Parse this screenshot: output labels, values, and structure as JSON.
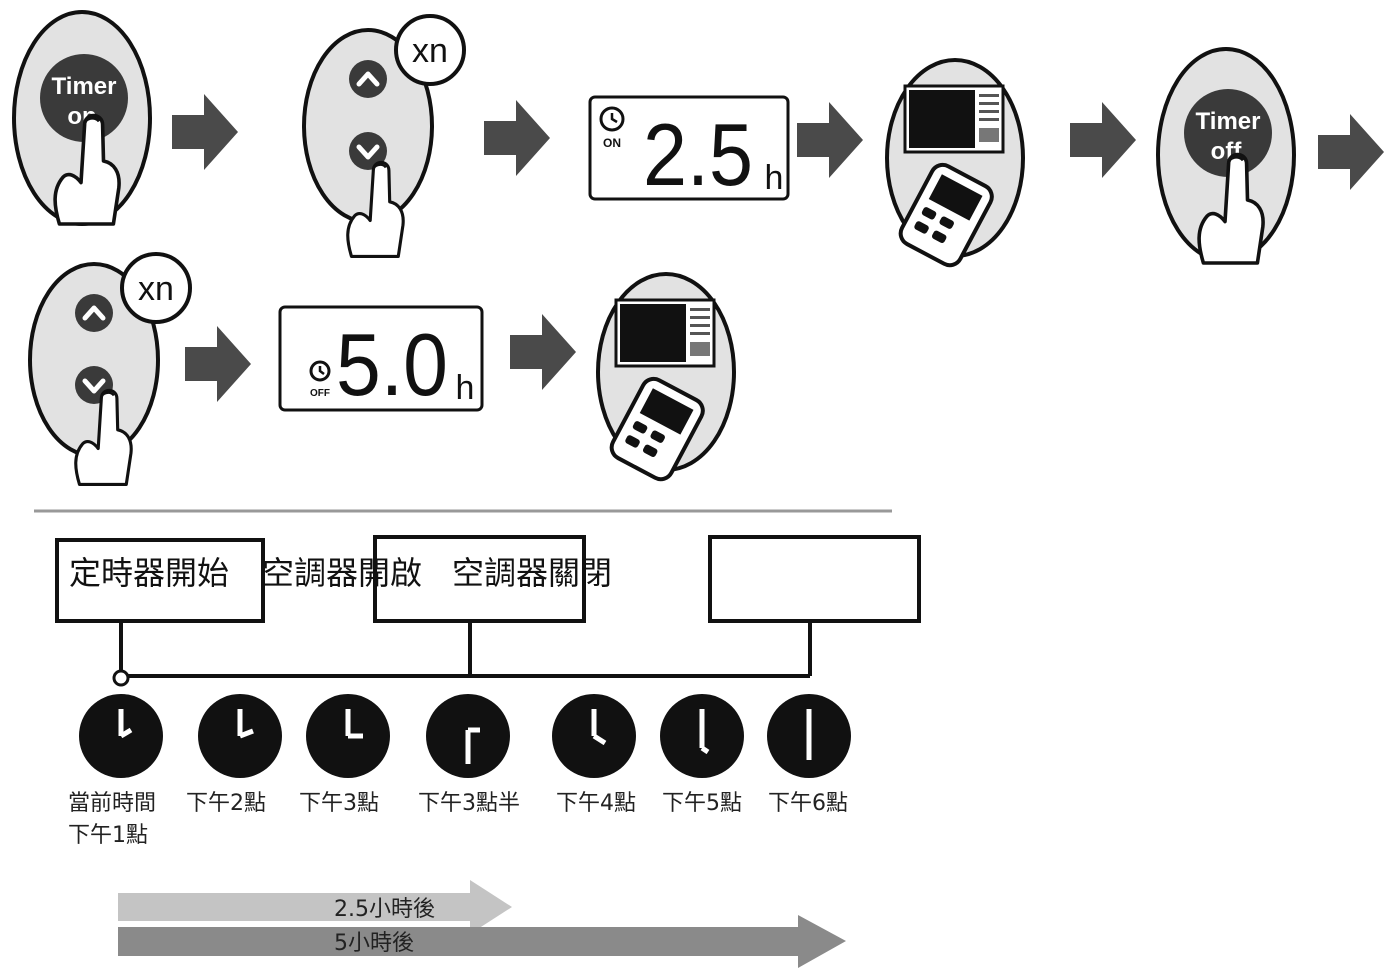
{
  "steps": {
    "timer_on_label_1": "Timer",
    "timer_on_label_2": "on",
    "timer_off_label_1": "Timer",
    "timer_off_label_2": "off",
    "repeat_label": "xn",
    "on_display": {
      "indicator": "ON",
      "value": "2.5",
      "unit": "h"
    },
    "off_display": {
      "indicator": "OFF",
      "value": "5.0",
      "unit": "h"
    }
  },
  "timeline": {
    "labels": {
      "timer_start": "定時器開始",
      "ac_on": "空調器開啟",
      "ac_off": "空調器關閉"
    },
    "clocks": [
      {
        "line1": "當前時間",
        "line2": "下午1點"
      },
      {
        "line1": "下午2點"
      },
      {
        "line1": "下午3點"
      },
      {
        "line1": "下午3點半"
      },
      {
        "line1": "下午4點"
      },
      {
        "line1": "下午5點"
      },
      {
        "line1": "下午6點"
      }
    ],
    "durations": [
      {
        "label": "2.5小時後",
        "color": "#c4c4c4"
      },
      {
        "label": "5小時後",
        "color": "#8a8a8a"
      }
    ]
  },
  "colors": {
    "arrow": "#4a4a4a",
    "oval_fill": "#e2e2e2",
    "button_dark": "#3a3a3a",
    "ink": "#111111"
  }
}
